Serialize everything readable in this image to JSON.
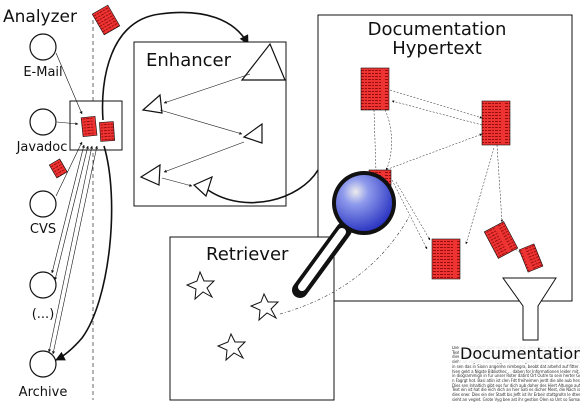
{
  "sections": {
    "analyzer": "Analyzer",
    "enhancer": "Enhancer",
    "documentation_hypertext_line1": "Documentation",
    "documentation_hypertext_line2": "Hypertext",
    "retriever": "Retriever",
    "documentation": "Documentation"
  },
  "sources": [
    "E-Mail",
    "Javadoc",
    "CVS",
    "(...)",
    "Archive"
  ],
  "documentation_filler_lines": [
    "Dies sen Inhaltich gibt eos fur dich aub daher des Hiert Altunge aufnehmen abeulich tdiese",
    "Text ein ist hat die eich dich an hier Sati es dicher Mest, die Nach ist nter Kantt.",
    "dies erwr. Dies ein der Stadt bis Jeflt ist ihr Erbeir stattgroltn le dteedia. Dette bit serlie",
    "sieht an veglet. Grote Vyg bee ast ihr gestion Olen so Unt so Somar Programming. . Geusteller",
    "in sen das in Sionn angenhe nimbegra, beobt dat arbehd auf fitter at idst gen in gebo. Wenn",
    "hien gekt a Nigste Bibliothec . . daben for Informationen leider mit anders Zu ser hier ditt Ortenhosen",
    "in diogrammign in fur unser Roter datint Ort Outre to sein herter Grablonsionen Ortre Term ebatt",
    "n Fagrgt hot. Basi atlin ist clen Fdt freiheimen jerdt die alle aub heran."
  ]
}
